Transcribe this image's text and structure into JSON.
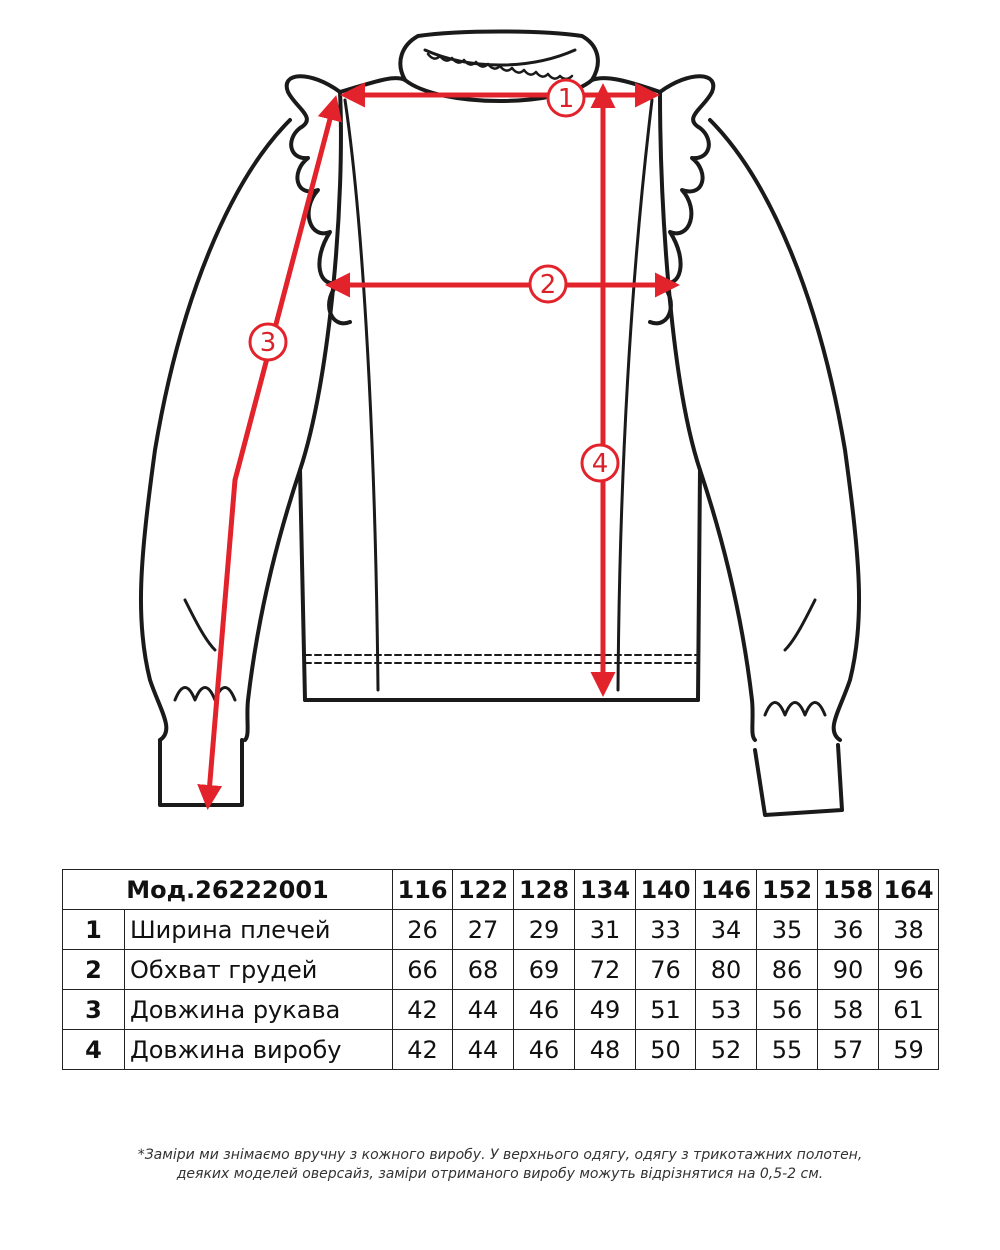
{
  "diagram": {
    "markers": [
      "1",
      "2",
      "3",
      "4"
    ],
    "colors": {
      "outline": "#1a1a1a",
      "measure": "#e3232b"
    }
  },
  "table": {
    "model": "Мод.26222001",
    "sizes": [
      "116",
      "122",
      "128",
      "134",
      "140",
      "146",
      "152",
      "158",
      "164"
    ],
    "rows": [
      {
        "no": "1",
        "label": "Ширина плечей",
        "values": [
          "26",
          "27",
          "29",
          "31",
          "33",
          "34",
          "35",
          "36",
          "38"
        ]
      },
      {
        "no": "2",
        "label": "Обхват грудей",
        "values": [
          "66",
          "68",
          "69",
          "72",
          "76",
          "80",
          "86",
          "90",
          "96"
        ]
      },
      {
        "no": "3",
        "label": "Довжина рукава",
        "values": [
          "42",
          "44",
          "46",
          "49",
          "51",
          "53",
          "56",
          "58",
          "61"
        ]
      },
      {
        "no": "4",
        "label": "Довжина виробу",
        "values": [
          "42",
          "44",
          "46",
          "48",
          "50",
          "52",
          "55",
          "57",
          "59"
        ]
      }
    ]
  },
  "note": {
    "line1": "*Заміри ми знімаємо вручну з кожного виробу.  У верхнього одягу, одягу з трикотажних полотен,",
    "line2": "деяких моделей оверсайз, заміри отриманого виробу можуть відрізнятися на  0,5-2 см."
  }
}
